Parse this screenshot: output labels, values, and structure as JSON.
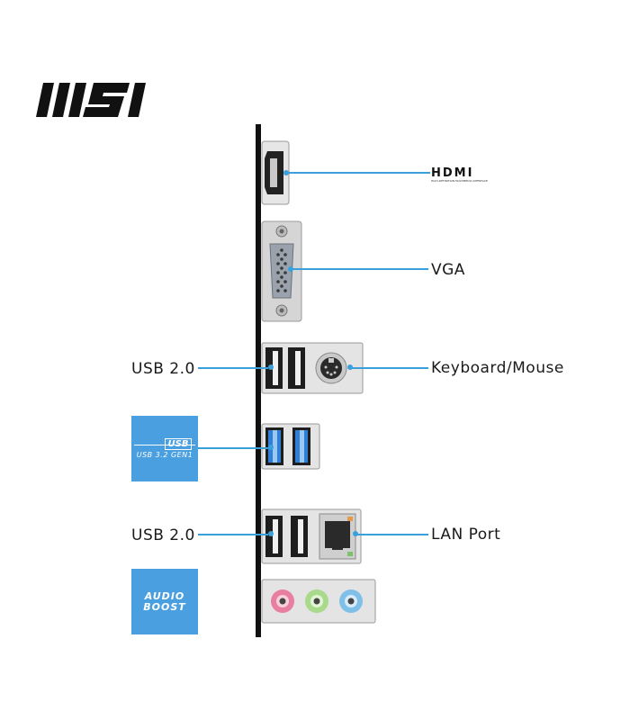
{
  "brand": {
    "name": "MSI"
  },
  "labels": {
    "hdmi": "HDMI",
    "hdmi_tagline": "HIGH-DEFINITION MULTIMEDIA INTERFACE",
    "vga": "VGA",
    "usb20_top": "USB 2.0",
    "keyboard_mouse": "Keyboard/Mouse",
    "usb20_bottom": "USB 2.0",
    "lan": "LAN Port"
  },
  "badges": {
    "usb32": {
      "top": "USB",
      "sub": "USB 3.2 GEN1"
    },
    "audio": {
      "line1": "AUDIO",
      "line2": "BOOST"
    }
  },
  "colors": {
    "accent": "#3aa0dc",
    "badge": "#4a9fe0",
    "usb3_blue": "#2f7fd6",
    "audio_pink": "#e87fa0",
    "audio_green": "#a9d98a",
    "audio_blue": "#7fbfe8"
  }
}
